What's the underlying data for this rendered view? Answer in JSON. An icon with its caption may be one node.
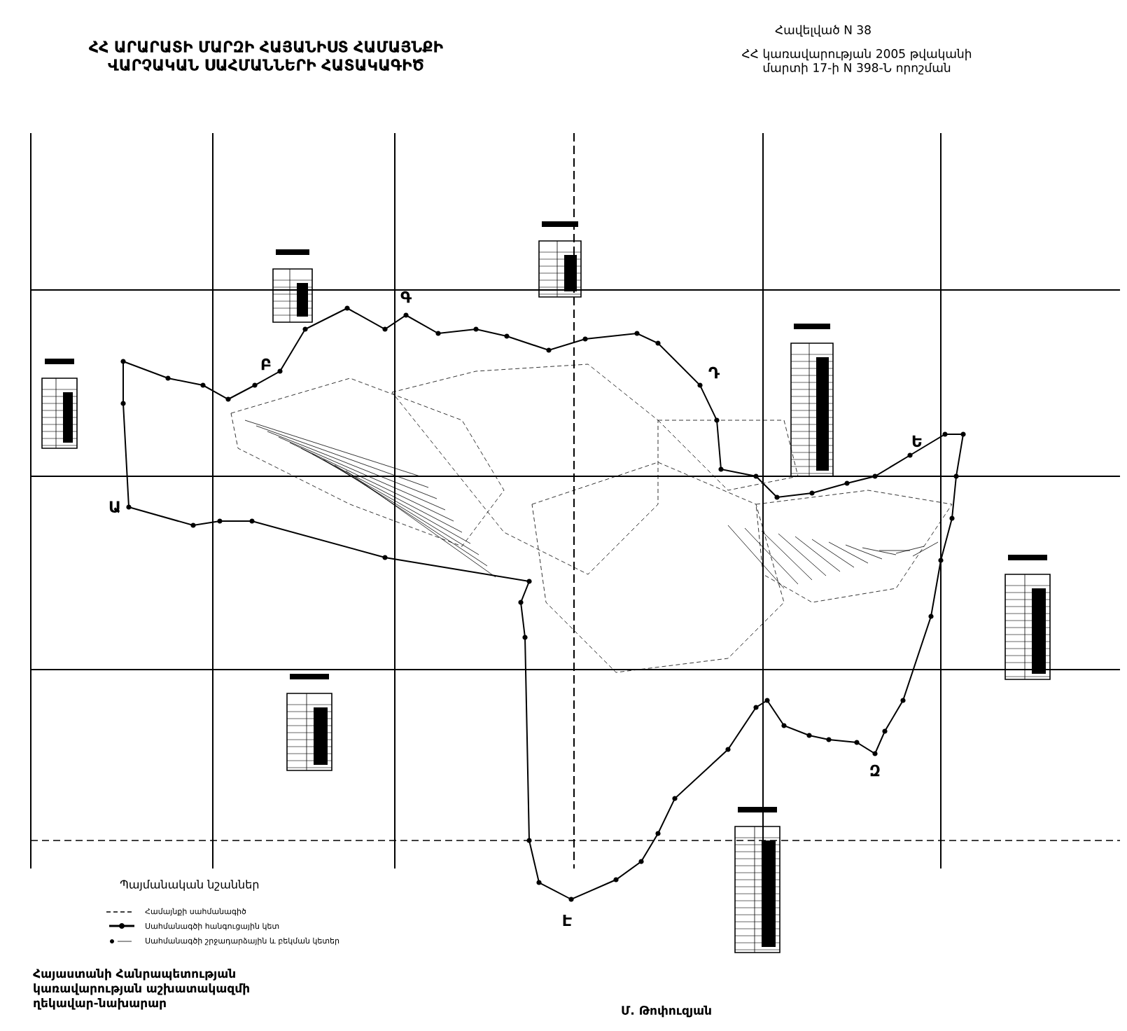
{
  "diagram": {
    "title": "ՀՀ ԱՐԱՐԱՏԻ ՄԱՐԶԻ ՀԱՅԱՆԻՍՏ ՀԱՄԱՅՆՔԻ ՎԱՐՉԱԿԱՆ ՍԱՀՄԱՆՆԵՐԻ ՀԱՏԱԿԱԳԻԾ",
    "labels": [
      "Հավելված N 38",
      "ՀՀ կառավարության 2005 թվականի մարտի 17-ի N 398-Ն որոշման",
      "Պայմանական նշաններ",
      "Հայաստանի Հանրապետության կառավարության աշխատակազմի ղեկավար-նախարար",
      "Մ. Թոփուզյան",
      "Ա",
      "Բ",
      "Գ",
      "Դ",
      "Ե",
      "Զ",
      "Է"
    ],
    "legend": [
      {
        "text": "Համայնքի սահմանագիծ"
      },
      {
        "text": "Սահմանագծի հանգուցային կետ"
      },
      {
        "text": "Սահմանագծի շրջադարձային և բեկման կետեր"
      }
    ]
  }
}
